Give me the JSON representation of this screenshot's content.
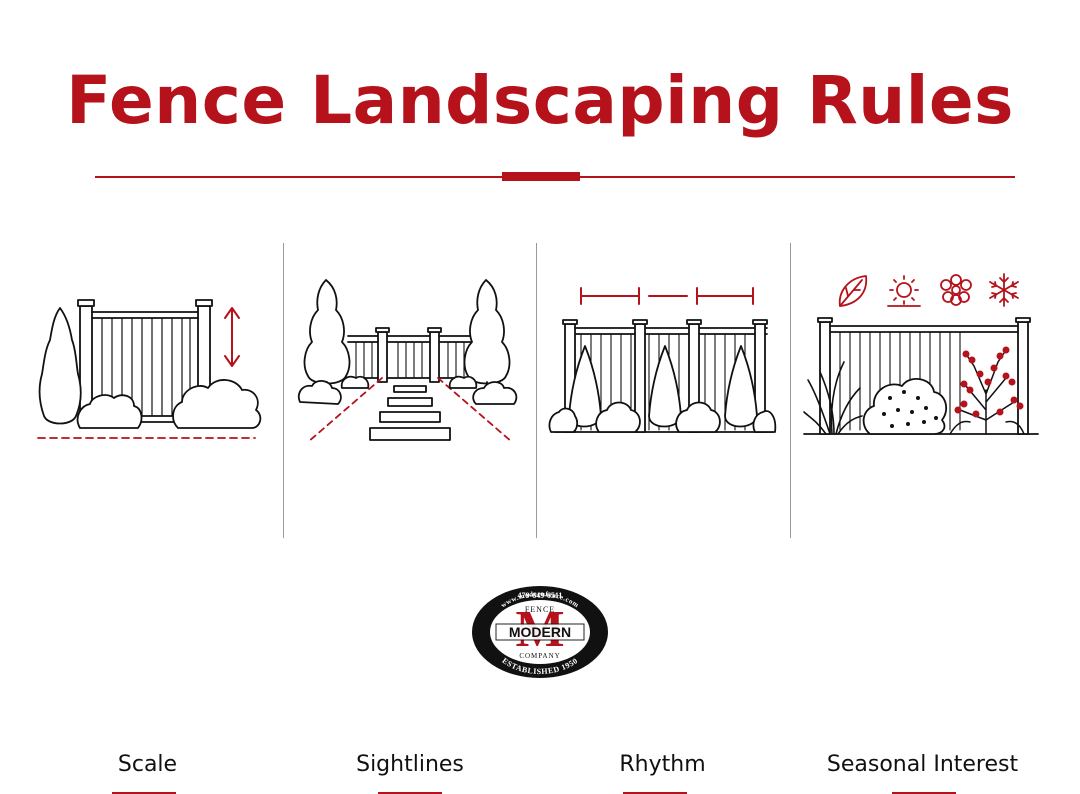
{
  "title": "Fence Landscaping Rules",
  "accent_color": "#b5121b",
  "line_color": "#111111",
  "panels": [
    {
      "label": "Scale"
    },
    {
      "label": "Sightlines"
    },
    {
      "label": "Rhythm"
    },
    {
      "label": "Seasonal Interest",
      "icons": [
        "leaf-icon",
        "sun-icon",
        "flower-icon",
        "snowflake-icon"
      ]
    }
  ],
  "logo": {
    "url": "www.modernfence.com",
    "phone": "479-649-6511",
    "fence": "FENCE",
    "letter": "M",
    "name": "MODERN",
    "company": "COMPANY",
    "established": "ESTABLISHED 1950"
  }
}
